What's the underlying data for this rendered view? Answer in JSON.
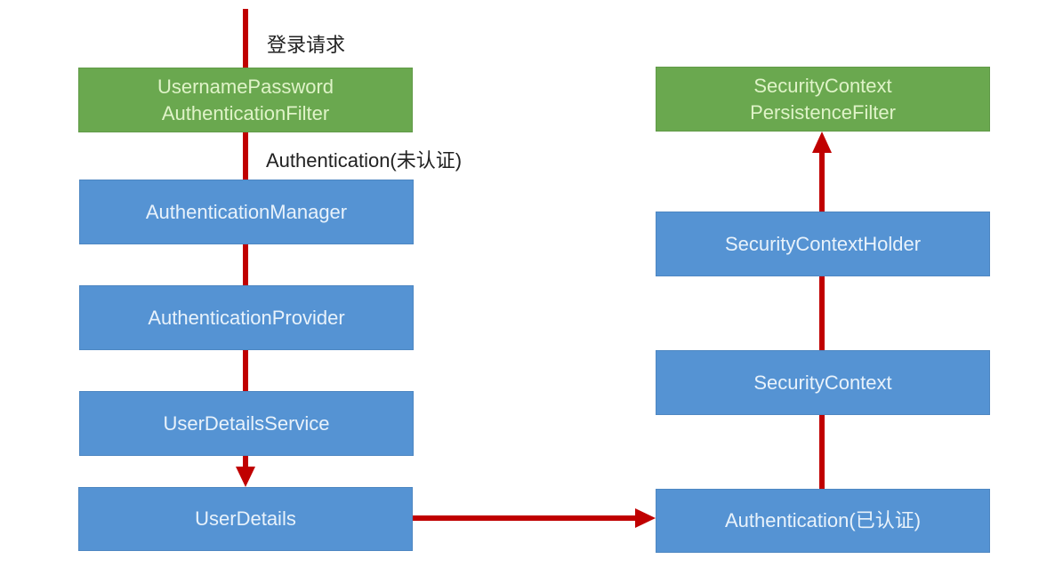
{
  "colors": {
    "filter": "#6aa84f",
    "component": "#5593d3",
    "arrow": "#c00000"
  },
  "left": {
    "request_label": "登录请求",
    "unauth_label": "Authentication(未认证)",
    "filter": [
      "UsernamePassword",
      "AuthenticationFilter"
    ],
    "manager": "AuthenticationManager",
    "provider": "AuthenticationProvider",
    "user_details_service": "UserDetailsService",
    "user_details": "UserDetails"
  },
  "right": {
    "filter": [
      "SecurityContext",
      "PersistenceFilter"
    ],
    "holder": "SecurityContextHolder",
    "context": "SecurityContext",
    "authenticated": "Authentication(已认证)"
  }
}
